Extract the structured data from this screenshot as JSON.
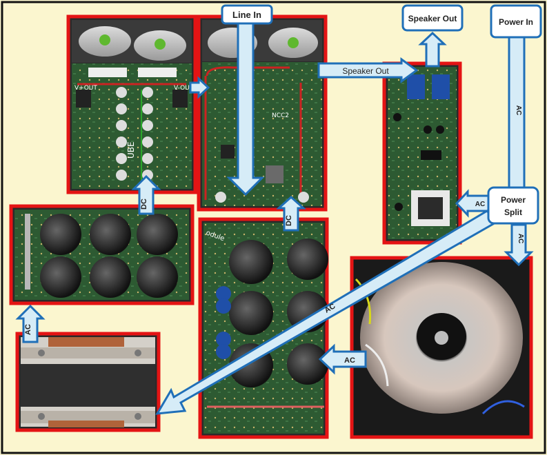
{
  "colors": {
    "background": "#fbf6cf",
    "panel_border": "#e41414",
    "arrow_fill": "#d6ecf7",
    "arrow_stroke": "#1f6fb8",
    "pcb_green": "#2d5a32",
    "frame": "#111111"
  },
  "labels": {
    "line_in": "Line In",
    "speaker_out_top": "Speaker Out",
    "speaker_out_arrow": "Speaker Out",
    "power_in": "Power In",
    "power_split_line1": "Power",
    "power_split_line2": "Split"
  },
  "arrow_texts": {
    "dc_left": "DC",
    "dc_middle": "DC",
    "ac_left": "AC",
    "ac_power_in": "AC",
    "ac_to_speaker_board": "AC",
    "ac_to_toroid": "AC",
    "ac_diagonal": "AC",
    "ac_to_capacitors": "AC"
  },
  "board_silkscreen": {
    "ube_mark": "UBE",
    "ncc_mark": "NCC2",
    "module_mark": "odule",
    "vout_plus": "V+OUT",
    "vout_minus": "V-OU"
  }
}
